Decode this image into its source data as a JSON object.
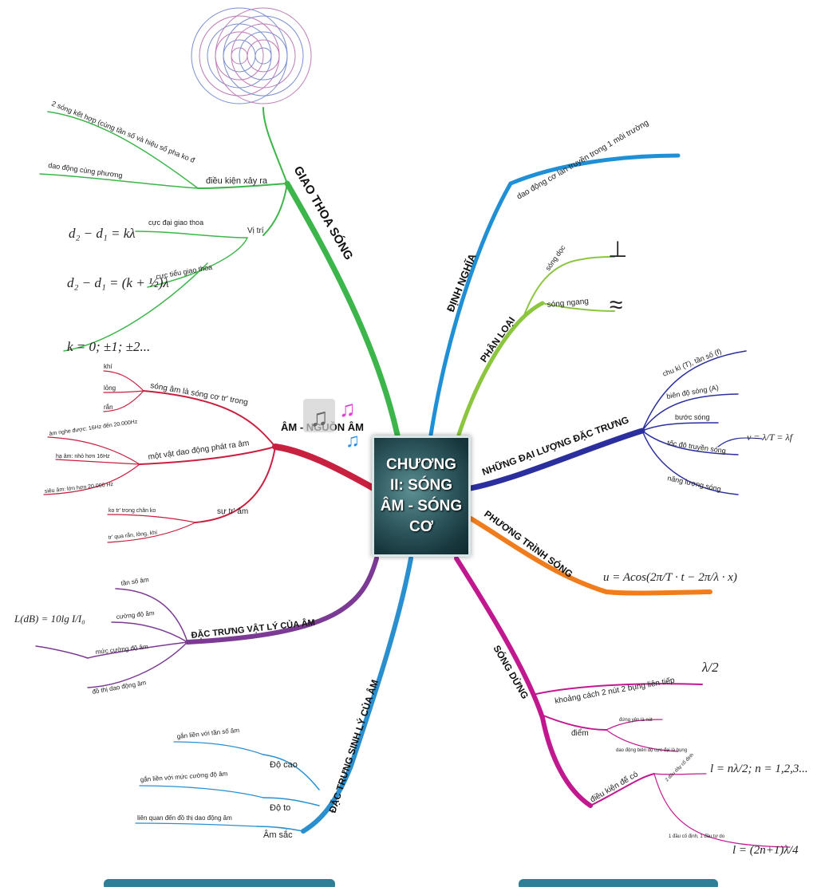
{
  "center": {
    "title": "CHƯƠNG II: SÓNG ÂM - SÓNG CƠ"
  },
  "branches": {
    "giao_thoa": {
      "label": "GIAO THOA SÓNG",
      "dieu_kien": "điều kiện xảy ra",
      "kt1": "2 sóng kết hợp (cùng tần số và hiệu số pha ko đ",
      "kt2": "dao động cùng phương",
      "vi_tri": "Vị trí",
      "cuc_dai": "cực đại giao thoa",
      "cuc_tieu": "cực tiểu giao thoa",
      "f_max": "d₂ − d₁ = kλ",
      "f_min": "d₂ − d₁ = (k + ½)λ",
      "f_k": "k = 0; ±1; ±2..."
    },
    "am_nguon": {
      "label": "ÂM - NGUỒN ÂM",
      "l1": "sóng âm là sóng cơ tr' trong",
      "l1a": "khí",
      "l1b": "lỏng",
      "l1c": "rắn",
      "l2": "một vật dao động phát ra âm",
      "l2a": "âm nghe được: 16Hz đến 20.000Hz",
      "l2b": "hạ âm: nhỏ hơn 16Hz",
      "l2c": "siêu âm: lớn hơn 20.000 Hz",
      "l3": "sự tr' âm",
      "l3a": "ko tr' trong chân ko",
      "l3b": "tr' qua rắn, lỏng, khí"
    },
    "vat_ly": {
      "label": "ĐẶC TRƯNG VẬT LÝ CỦA ÂM",
      "a": "tần số âm",
      "b": "cường độ âm",
      "c": "mức cường độ âm",
      "d": "đồ thị dao động âm",
      "formula": "L(dB) = 10lg I/I₀"
    },
    "sinh_ly": {
      "label": "ĐẶC TRƯNG SINH LÝ CỦA ÂM",
      "do_cao": "Độ cao",
      "do_cao_d": "gắn liền với tần số âm",
      "do_to": "Độ to",
      "do_to_d": "gắn liền với mức cường độ âm",
      "am_sac": "Âm sắc",
      "am_sac_d": "liên quan đến đồ thị dao động âm"
    },
    "dinh_nghia": {
      "label": "ĐỊNH NGHĨA",
      "desc": "dao động cơ lan truyền trong 1 môi trường"
    },
    "phan_loai": {
      "label": "PHÂN LOẠI",
      "doc": "sóng dọc",
      "ngang": "sóng ngang",
      "sym_doc": "⊥",
      "sym_ngang": "≈"
    },
    "dai_luong": {
      "label": "NHỮNG ĐẠI LƯỢNG ĐẶC TRƯNG",
      "a": "chu kì (T), tần số (f)",
      "b": "biên độ sóng (A)",
      "c": "bước sóng",
      "d": "tốc độ truyền sóng",
      "e": "năng lượng sóng",
      "formula": "v = λ/T = λf"
    },
    "phuong_trinh": {
      "label": "PHƯƠNG TRÌNH SÓNG",
      "formula": "u = Acos(2π/T · t − 2π/λ · x)"
    },
    "song_dung": {
      "label": "SÓNG DỪNG",
      "khoang_cach": "khoảng cách 2 nút 2 bụng liên tiếp",
      "khoang_cach_f": "λ/2",
      "diem": "điểm",
      "diem_a": "đứng yên là nút",
      "diem_b": "dao động biên độ cực đại là bụng",
      "dieu_kien": "điều kiện để có",
      "dk_a": "2 đầu dây cố định",
      "dk_b": "1 đầu cố định, 1 đầu tự do",
      "f1": "l = nλ/2; n = 1,2,3...",
      "f2": "l = (2n+1)λ/4"
    }
  },
  "colors": {
    "giao_thoa": "#3cb54a",
    "am_nguon": "#c8203f",
    "vat_ly": "#7b3a93",
    "sinh_ly": "#2a8fcf",
    "dinh_nghia": "#1f8fd6",
    "phan_loai": "#8cc63f",
    "dai_luong": "#2b2f9e",
    "phuong_trinh": "#f07c1b",
    "song_dung": "#c2188f"
  }
}
